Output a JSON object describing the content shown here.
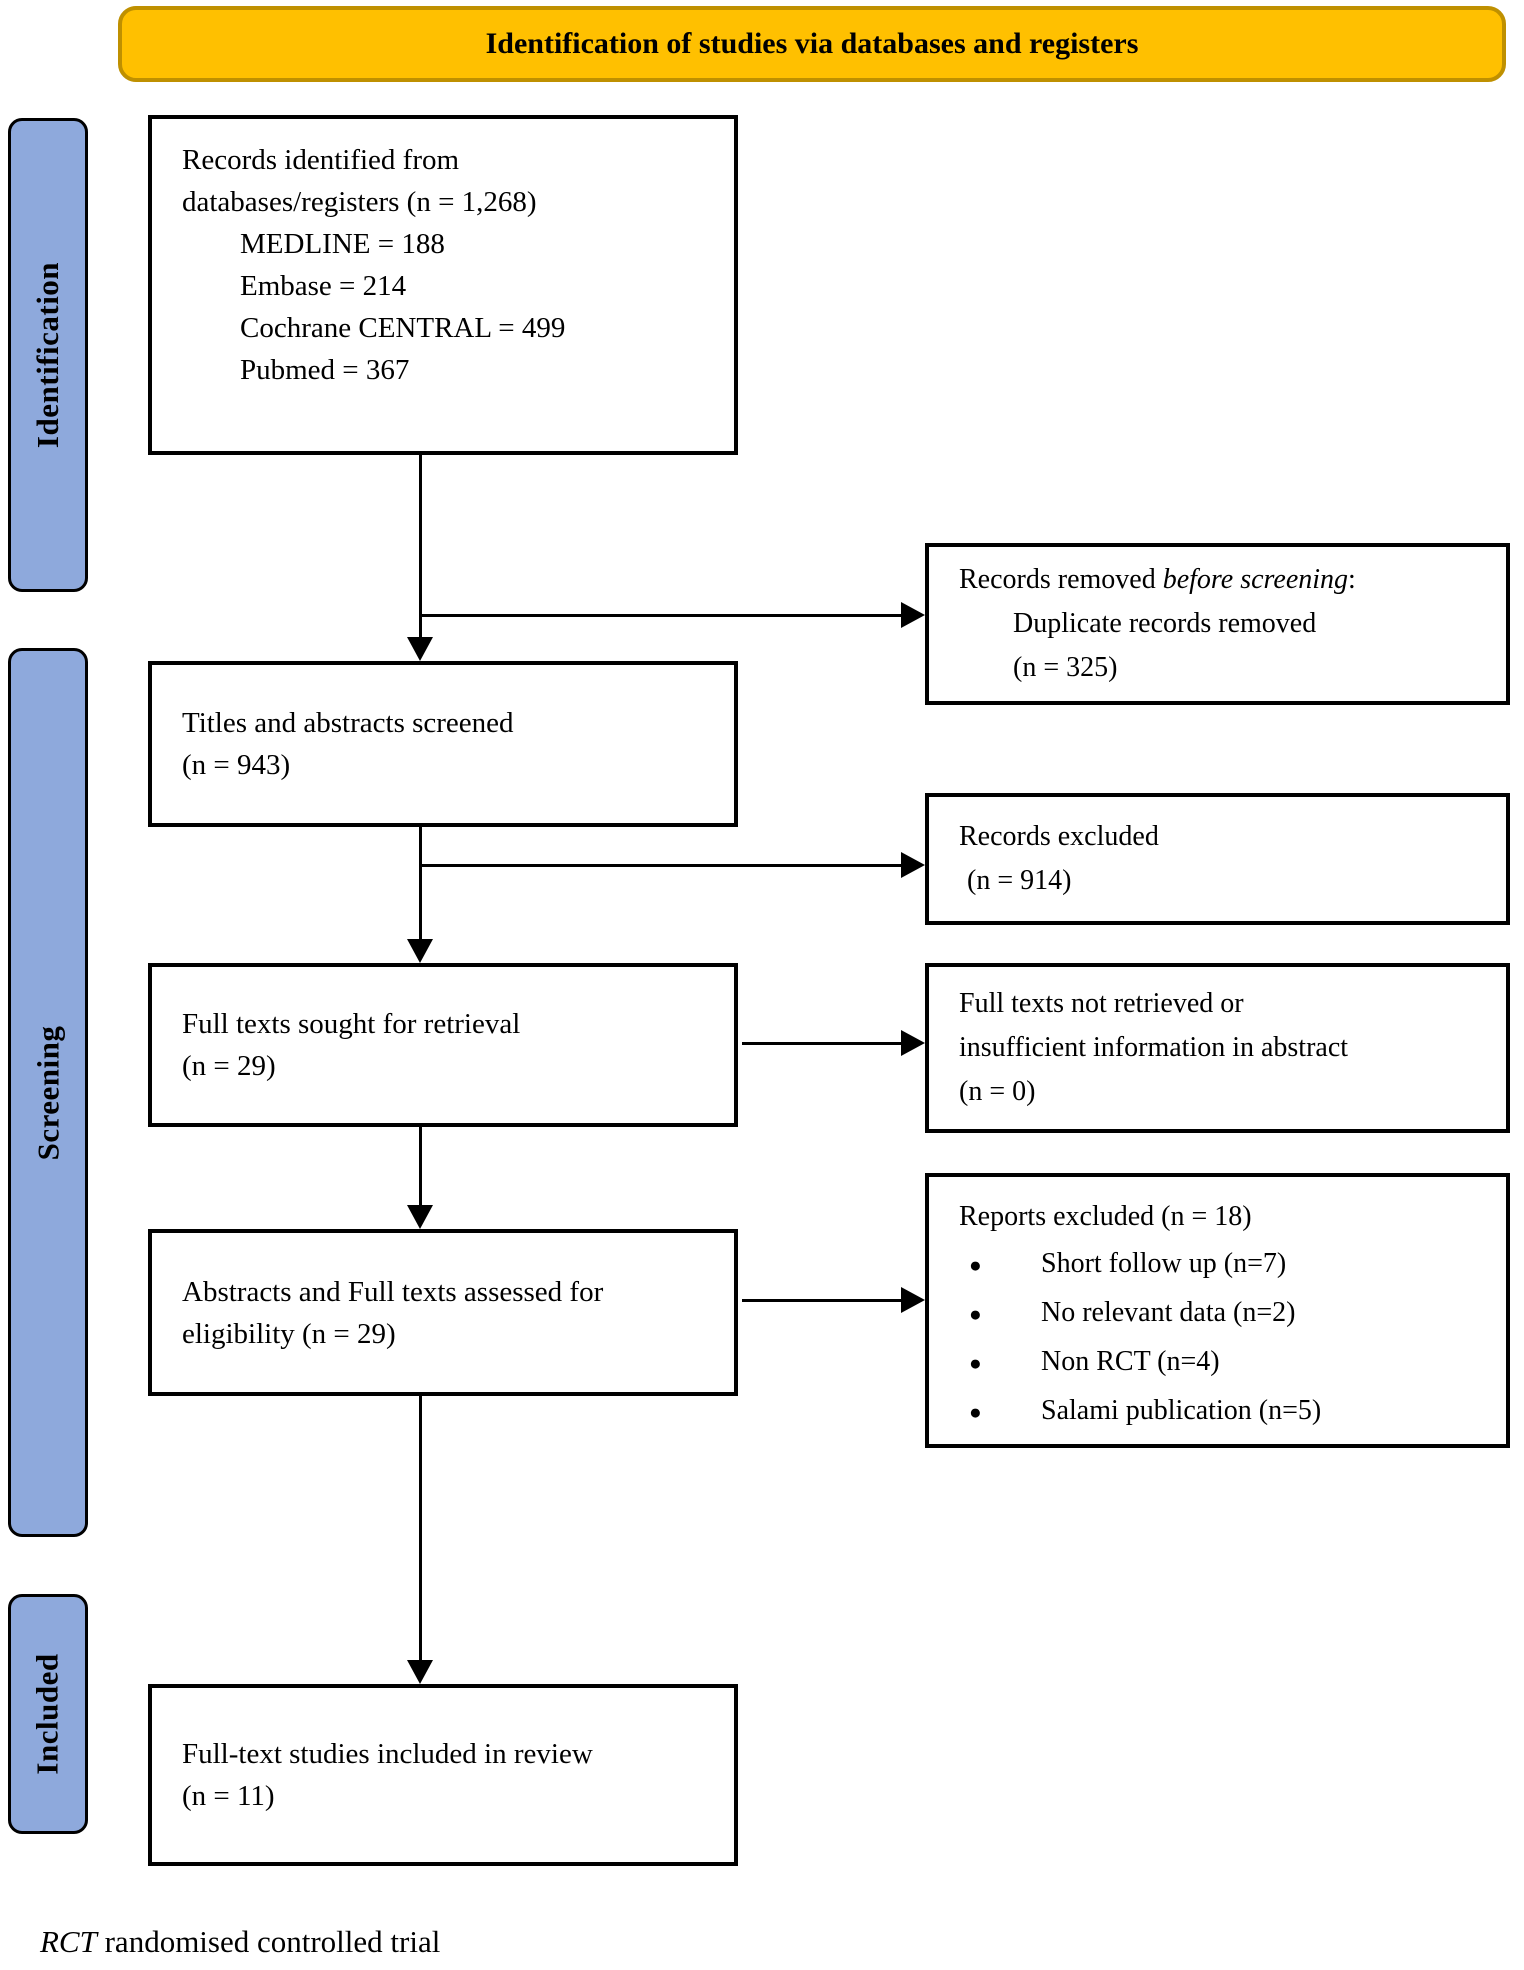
{
  "banner": {
    "title": "Identification of studies via databases and registers"
  },
  "sidebar": {
    "identification": "Identification",
    "screening": "Screening",
    "included": "Included"
  },
  "boxes": {
    "records_identified": {
      "line1": "Records identified from",
      "line2": "databases/registers (n = 1,268)",
      "sources": [
        "MEDLINE = 188",
        "Embase = 214",
        "Cochrane CENTRAL = 499",
        "Pubmed = 367"
      ]
    },
    "titles_screened": {
      "line1": "Titles and abstracts screened",
      "line2": "(n = 943)"
    },
    "fulltext_sought": {
      "line1": "Full texts sought for retrieval",
      "line2": "(n = 29)"
    },
    "assessed_eligibility": {
      "line1": "Abstracts and Full texts assessed for",
      "line2": "eligibility (n = 29)"
    },
    "included_review": {
      "line1": "Full-text studies included in review",
      "line2": "(n = 11)"
    },
    "records_removed": {
      "line1_pre": "Records removed ",
      "line1_italic": "before screening",
      "line1_post": ":",
      "line2": "Duplicate records removed",
      "line3": "(n = 325)"
    },
    "records_excluded": {
      "line1": "Records excluded",
      "line2": "(n = 914)"
    },
    "not_retrieved": {
      "line1": "Full texts not retrieved or",
      "line2": "insufficient information in abstract",
      "line3": "(n = 0)"
    },
    "reports_excluded": {
      "title": "Reports excluded (n = 18)",
      "bullets": [
        "Short follow up (n=7)",
        "No relevant data (n=2)",
        "Non RCT (n=4)",
        "Salami publication (n=5)"
      ]
    }
  },
  "footnote": {
    "abbrev": "RCT",
    "text": " randomised controlled trial"
  },
  "colors": {
    "banner_fill": "#FFC000",
    "banner_border": "#BF9000",
    "sidebar_fill": "#8EA9DC",
    "box_border": "#000000",
    "background": "#FFFFFF"
  }
}
